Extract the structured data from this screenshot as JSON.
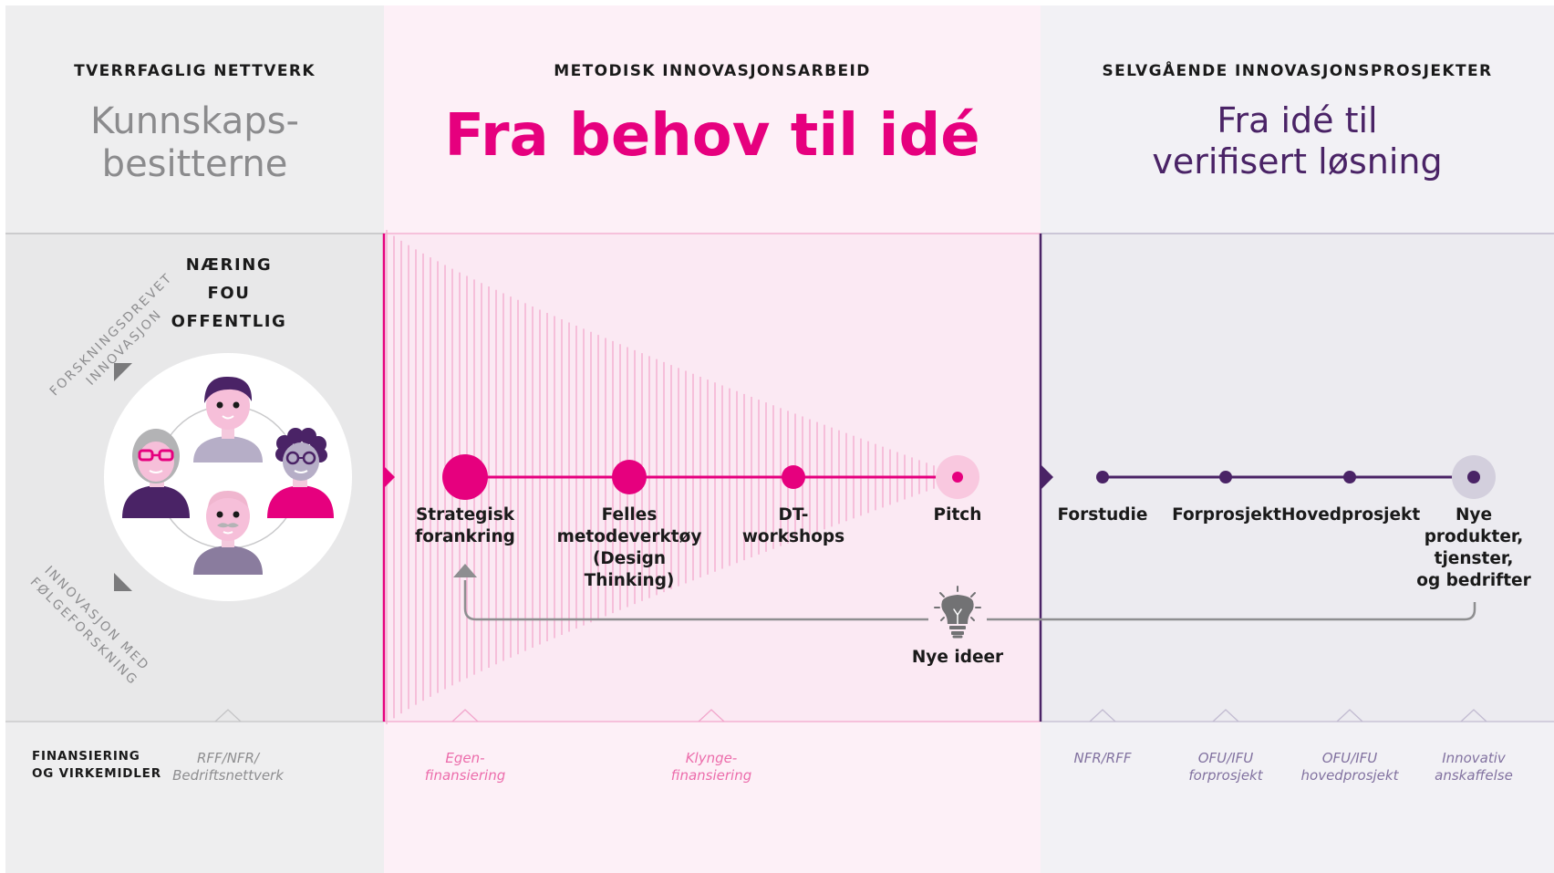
{
  "colors": {
    "pink": "#e6007e",
    "purple": "#4a2366",
    "gray_title": "#8b8b8d",
    "left_bg": "#eeeeef",
    "mid_bg": "#fdf0f7",
    "right_bg": "#f2f1f5"
  },
  "sections": {
    "left": {
      "label": "TVERRFAGLIG NETTVERK",
      "title_line1": "Kunnskaps-",
      "title_line2": "besitterne"
    },
    "middle": {
      "label": "METODISK INNOVASJONSARBEID",
      "title": "Fra behov til idé"
    },
    "right": {
      "label": "SELVGÅENDE INNOVASJONSPROSJEKTER",
      "title_line1": "Fra idé til",
      "title_line2": "verifisert løsning"
    }
  },
  "network": {
    "categories": [
      "NÆRING",
      "FOU",
      "OFFENTLIG"
    ],
    "arrow_top": "FORSKNINGSDREVET INNOVASJON",
    "arrow_bottom": "INNOVASJON MED FØLGEFORSKNING",
    "icons": [
      "person-glasses-icon",
      "person-icon",
      "person-curly-icon",
      "person-mustache-icon"
    ]
  },
  "method_stages": [
    {
      "line1": "Strategisk",
      "line2": "forankring"
    },
    {
      "line1": "Felles",
      "line2": "metodeverktøy",
      "line3": "(Design",
      "line4": "Thinking)"
    },
    {
      "line1": "DT-",
      "line2": "workshops"
    },
    {
      "line1": "Pitch"
    }
  ],
  "project_stages": [
    {
      "line1": "Forstudie"
    },
    {
      "line1": "Forprosjekt"
    },
    {
      "line1": "Hovedprosjekt"
    },
    {
      "line1": "Nye",
      "line2": "produkter,",
      "line3": "tjenster,",
      "line4": "og bedrifter"
    }
  ],
  "feedback": {
    "label": "Nye ideer",
    "icon": "lightbulb-icon"
  },
  "financing": {
    "heading_line1": "FINANSIERING",
    "heading_line2": "OG VIRKEMIDLER",
    "items": [
      {
        "line1": "RFF/NFR/",
        "line2": "Bedriftsnettverk"
      },
      {
        "line1": "Egen-",
        "line2": "finansiering"
      },
      {
        "line1": "Klynge-",
        "line2": "finansiering"
      },
      {
        "line1": "NFR/RFF",
        "line2": ""
      },
      {
        "line1": "OFU/IFU",
        "line2": "forprosjekt"
      },
      {
        "line1": "OFU/IFU",
        "line2": "hovedprosjekt"
      },
      {
        "line1": "Innovativ",
        "line2": "anskaffelse"
      }
    ]
  }
}
